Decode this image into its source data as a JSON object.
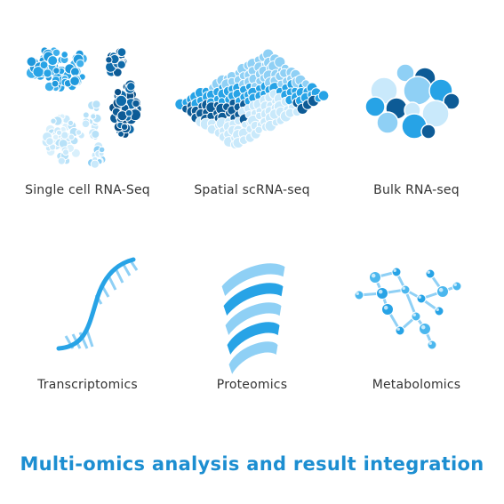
{
  "panels": [
    {
      "label": "Single cell RNA-Seq",
      "icon": "single-cell-clusters-icon"
    },
    {
      "label": "Spatial scRNA-seq",
      "icon": "spatial-tissue-layers-icon"
    },
    {
      "label": "Bulk RNA-seq",
      "icon": "bulk-cell-cluster-icon"
    },
    {
      "label": "Transcriptomics",
      "icon": "rna-strand-icon"
    },
    {
      "label": "Proteomics",
      "icon": "protein-helix-icon"
    },
    {
      "label": "Metabolomics",
      "icon": "molecule-network-icon"
    }
  ],
  "caption": "Multi-omics analysis and result integration",
  "colors": {
    "dark_blue": "#0d5b96",
    "mid_blue": "#27a3e6",
    "light_blue": "#8fd0f5",
    "pale_blue": "#c9e9fb",
    "caption": "#1c8ed1",
    "label_text": "#333333"
  }
}
